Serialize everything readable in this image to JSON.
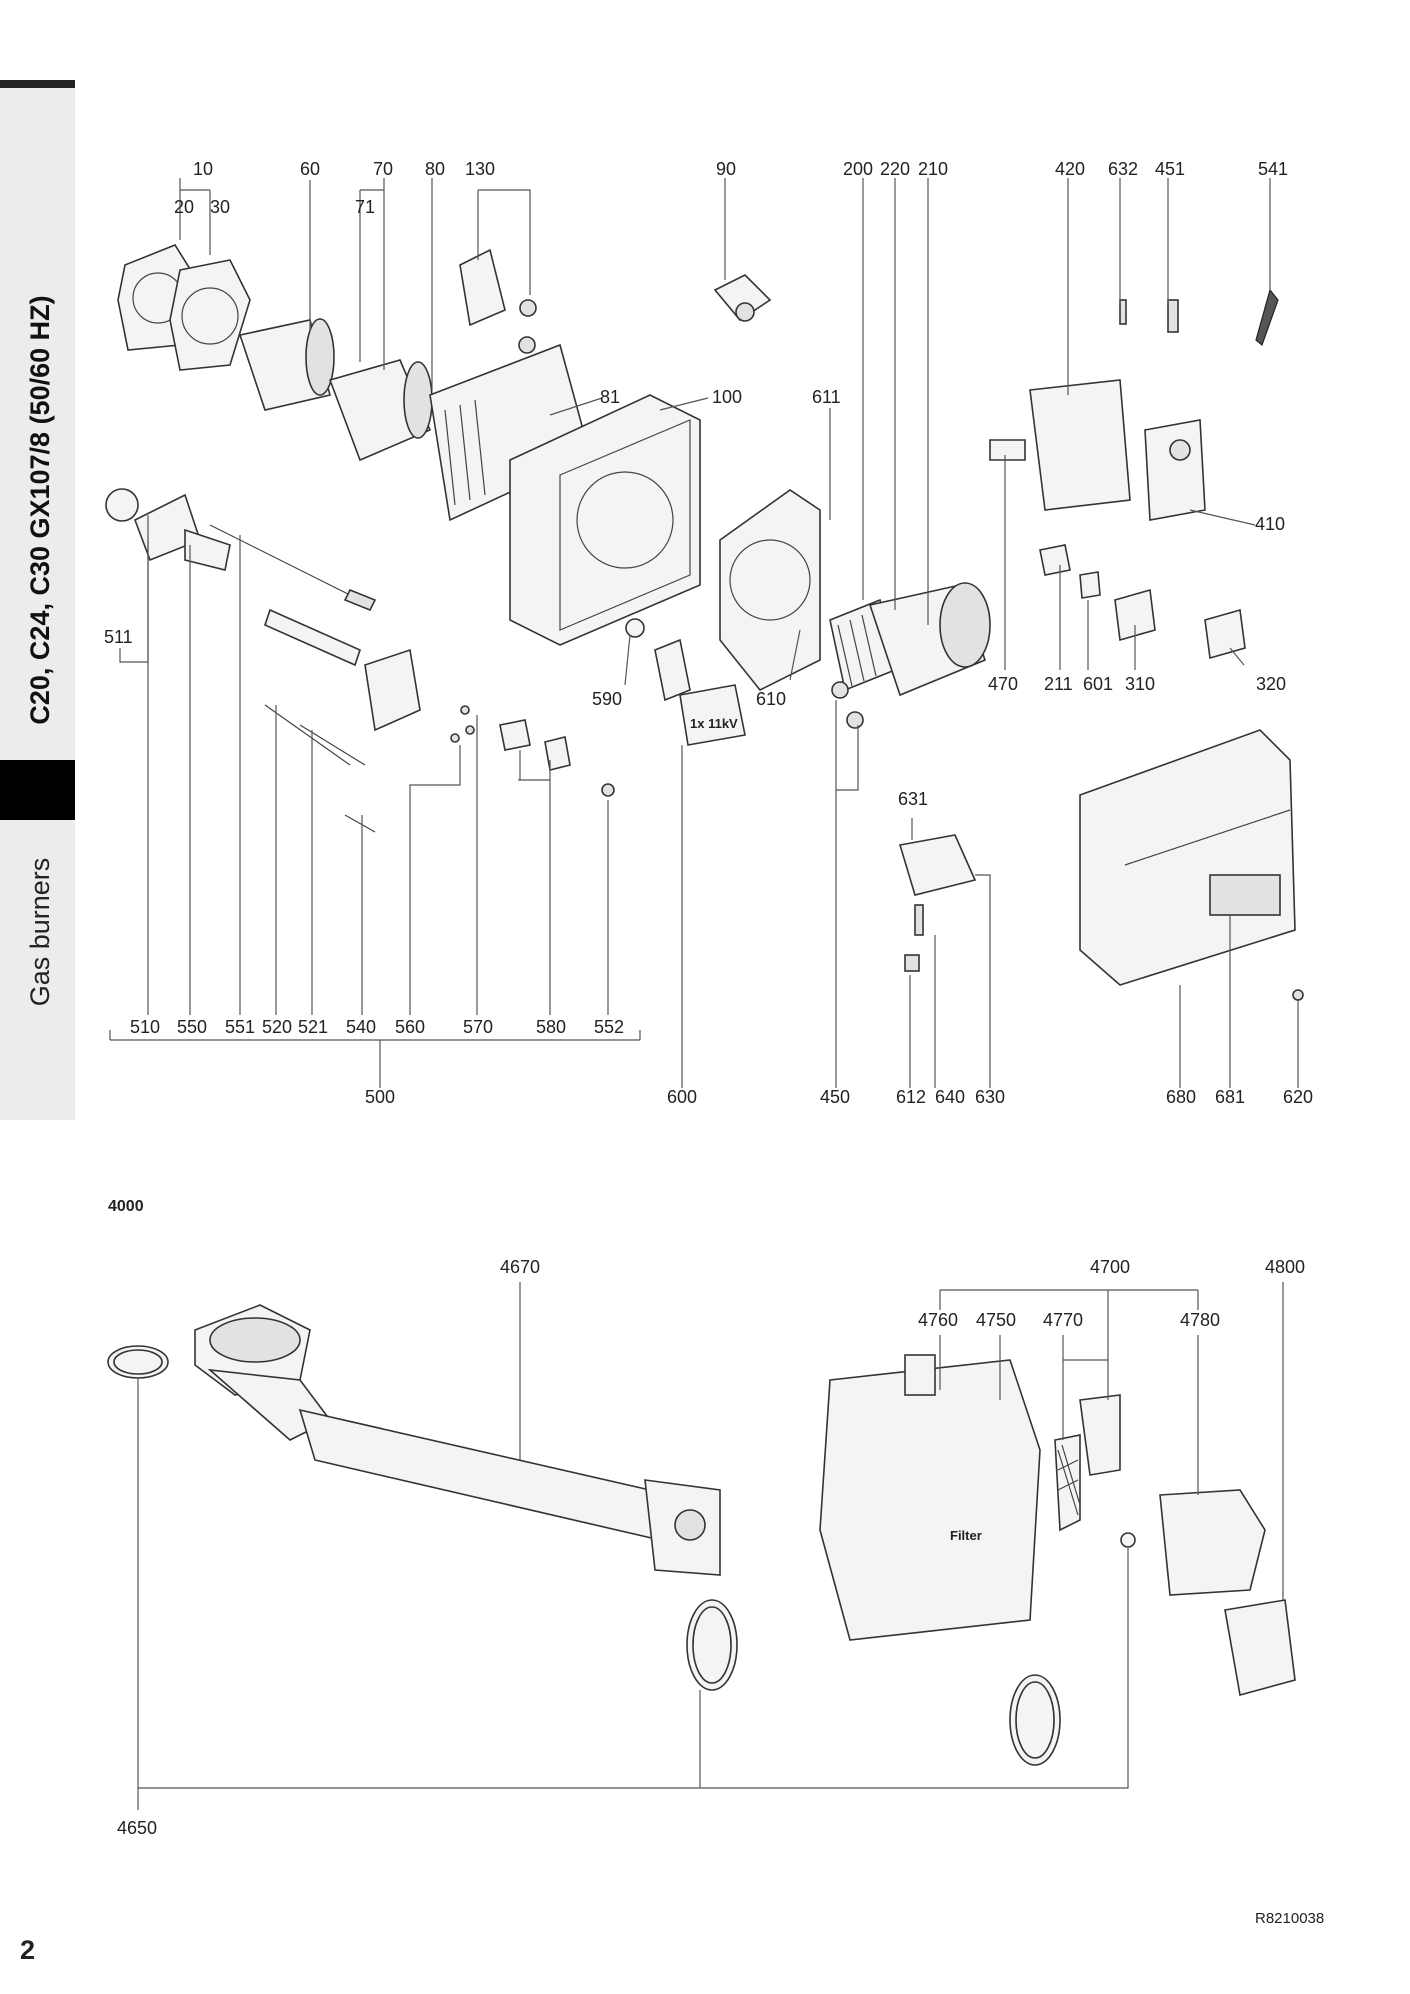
{
  "sidebar": {
    "model_title": "C20, C24, C30 GX107/8 (50/60 HZ)",
    "section_label": "Gas burners"
  },
  "page_number": "2",
  "document_code": "R8210038",
  "group_title": "4000",
  "callouts": {
    "c10": "10",
    "c20": "20",
    "c30": "30",
    "c60": "60",
    "c70": "70",
    "c71": "71",
    "c80": "80",
    "c130": "130",
    "c90": "90",
    "c200": "200",
    "c220": "220",
    "c210": "210",
    "c420": "420",
    "c632": "632",
    "c451": "451",
    "c541": "541",
    "c81": "81",
    "c100": "100",
    "c611": "611",
    "c410": "410",
    "c511": "511",
    "c590": "590",
    "c610": "610",
    "c470": "470",
    "c211": "211",
    "c601": "601",
    "c310": "310",
    "c320": "320",
    "c631": "631",
    "c510": "510",
    "c550": "550",
    "c551": "551",
    "c520": "520",
    "c521": "521",
    "c540": "540",
    "c560": "560",
    "c570": "570",
    "c580": "580",
    "c552": "552",
    "c500": "500",
    "c600": "600",
    "c450": "450",
    "c612": "612",
    "c640": "640",
    "c630": "630",
    "c680": "680",
    "c681": "681",
    "c620": "620",
    "c4670": "4670",
    "c4700": "4700",
    "c4800": "4800",
    "c4760": "4760",
    "c4750": "4750",
    "c4770": "4770",
    "c4780": "4780",
    "c4650": "4650"
  },
  "ignition_label": "1x 11kV",
  "filter_label": "Filter"
}
